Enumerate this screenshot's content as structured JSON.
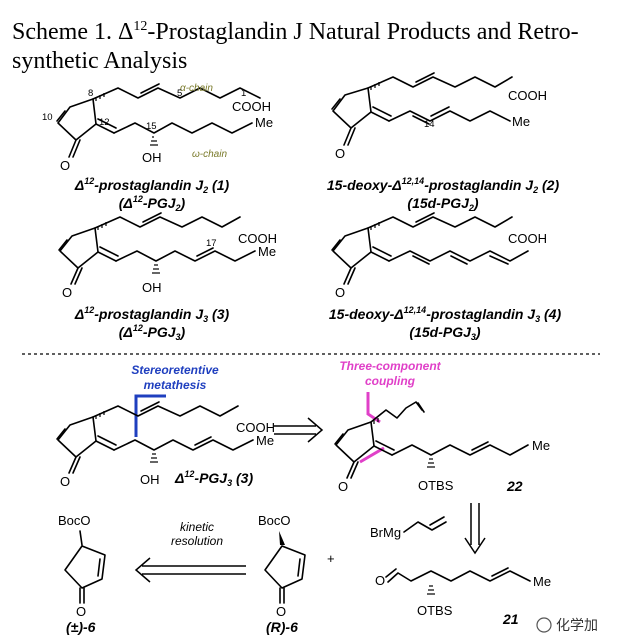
{
  "title": {
    "line1_prefix": "Scheme 1. Δ",
    "line1_sup": "12",
    "line1_suffix": "-Prostaglandin J Natural Products and Retro-",
    "line2": "synthetic Analysis"
  },
  "structures": {
    "s1": {
      "caption_line1_pre": "Δ",
      "caption_line1_sup": "12",
      "caption_line1_mid": "-prostaglandin J",
      "caption_line1_sub": "2",
      "caption_line1_post": " (1)",
      "caption_line2_pre": "(Δ",
      "caption_line2_sup": "12",
      "caption_line2_mid": "-PGJ",
      "caption_line2_sub": "2",
      "caption_line2_post": ")",
      "alpha_chain": "α-chain",
      "omega_chain": "ω-chain",
      "nums": [
        "8",
        "5",
        "1",
        "10",
        "12",
        "15"
      ]
    },
    "s2": {
      "caption_line1_pre": "15-deoxy-Δ",
      "caption_line1_sup": "12,14",
      "caption_line1_mid": "-prostaglandin J",
      "caption_line1_sub": "2",
      "caption_line1_post": " (2)",
      "caption_line2_pre": "(15d-PGJ",
      "caption_line2_sub": "2",
      "caption_line2_post": ")",
      "num": "14"
    },
    "s3": {
      "caption_line1_pre": "Δ",
      "caption_line1_sup": "12",
      "caption_line1_mid": "-prostaglandin J",
      "caption_line1_sub": "3",
      "caption_line1_post": " (3)",
      "caption_line2_pre": "(Δ",
      "caption_line2_sup": "12",
      "caption_line2_mid": "-PGJ",
      "caption_line2_sub": "3",
      "caption_line2_post": ")",
      "num": "17"
    },
    "s4": {
      "caption_line1_pre": "15-deoxy-Δ",
      "caption_line1_sup": "12,14",
      "caption_line1_mid": "-prostaglandin J",
      "caption_line1_sub": "3",
      "caption_line1_post": " (4)",
      "caption_line2_pre": "(15d-PGJ",
      "caption_line2_sub": "3",
      "caption_line2_post": ")"
    }
  },
  "atoms": {
    "cooh": "COOH",
    "me": "Me",
    "o": "O",
    "oh": "OH",
    "otbs": "OTBS",
    "boco": "BocO",
    "brmg": "BrMg",
    "plus": "+"
  },
  "retro": {
    "stereo_label_1": "Stereoretentive",
    "stereo_label_2": "metathesis",
    "three_label_1": "Three-component",
    "three_label_2": "coupling",
    "pgj3_pre": "Δ",
    "pgj3_sup": "12",
    "pgj3_mid": "-PGJ",
    "pgj3_sub": "3",
    "pgj3_post": " (3)",
    "cmpd22": "22",
    "cmpd21": "21",
    "kinetic_1": "kinetic",
    "kinetic_2": "resolution",
    "rac6": "(±)-6",
    "r6": "(R)-6"
  },
  "watermark": "化学加",
  "colors": {
    "blue": "#1f3fbf",
    "magenta": "#e040c8",
    "chain_label": "#7a7a2a"
  }
}
